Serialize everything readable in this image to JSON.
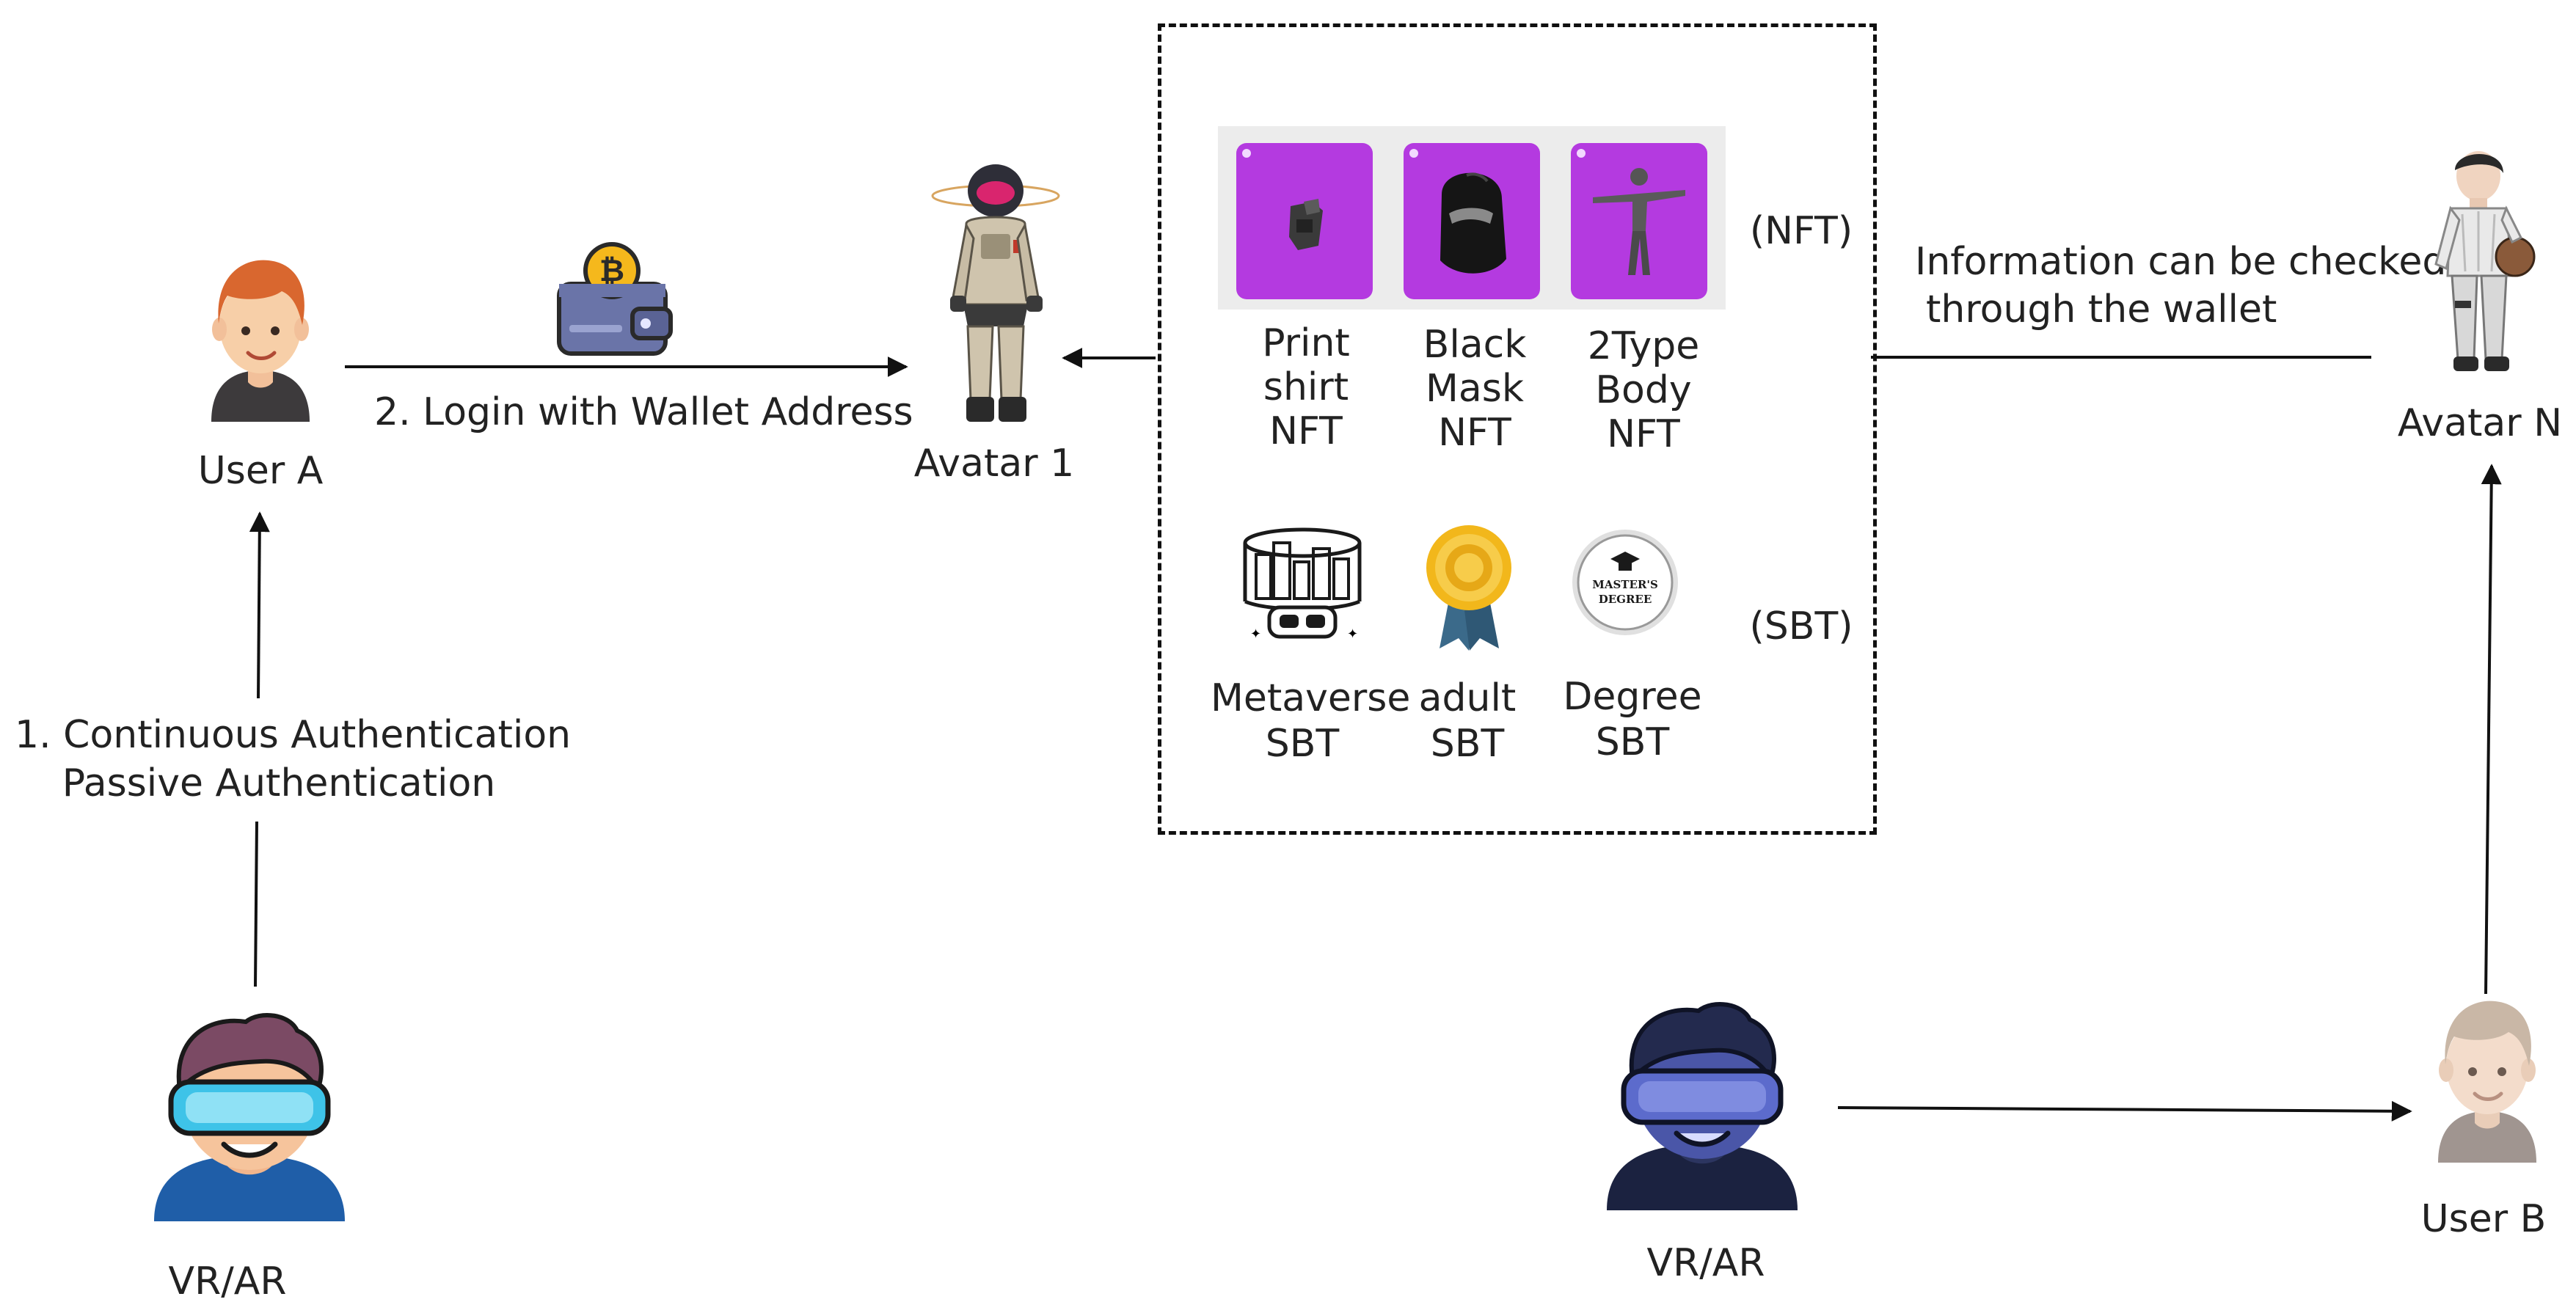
{
  "user_a": {
    "label": "User A"
  },
  "user_b": {
    "label": "User B"
  },
  "avatar_1": {
    "label": "Avatar 1"
  },
  "avatar_n": {
    "label": "Avatar N"
  },
  "vr_left": {
    "label": "VR/AR"
  },
  "vr_right": {
    "label": "VR/AR"
  },
  "edge_auth": {
    "line1": "1. Continuous Authentication",
    "line2": "Passive Authentication"
  },
  "edge_login": {
    "label": "2. Login with Wallet Address"
  },
  "edge_info": {
    "line1": "Information  can be checked",
    "line2": "through the wallet"
  },
  "nft_group": {
    "tag": "(NFT)",
    "items": [
      {
        "lines": [
          "Print",
          "shirt",
          "NFT"
        ]
      },
      {
        "lines": [
          "Black",
          "Mask",
          "NFT"
        ]
      },
      {
        "lines": [
          "2Type",
          "Body",
          "NFT"
        ]
      }
    ]
  },
  "sbt_group": {
    "tag": "(SBT)",
    "items": [
      {
        "lines": [
          "Metaverse",
          "SBT"
        ]
      },
      {
        "lines": [
          "adult",
          "SBT"
        ]
      },
      {
        "lines": [
          "Degree",
          "SBT"
        ]
      }
    ],
    "degree_badge_line1": "MASTER'S",
    "degree_badge_line2": "DEGREE"
  },
  "colors": {
    "nft_card": "#b43ae0",
    "vr_headset": "#3ec3e8",
    "wallet": "#6a74a8",
    "coin": "#f5b81c"
  }
}
